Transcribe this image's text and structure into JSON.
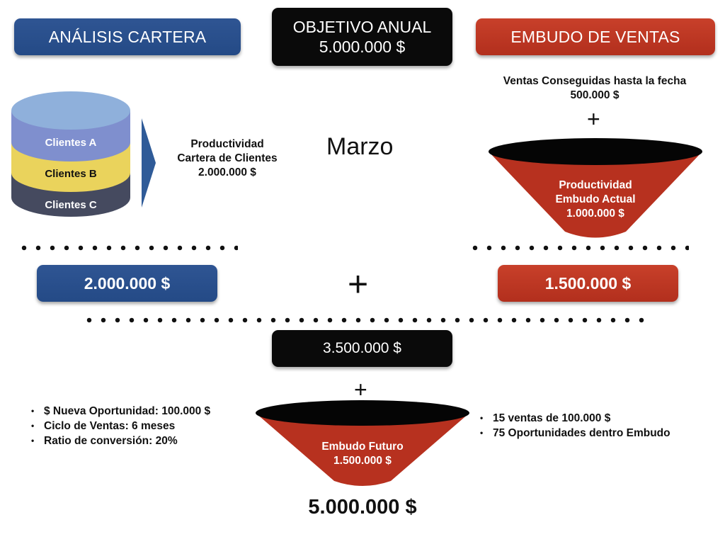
{
  "header": {
    "left": "ANÁLISIS CARTERA",
    "center_title": "OBJETIVO ANUAL",
    "center_value": "5.000.000 $",
    "right": "EMBUDO DE VENTAS"
  },
  "database": {
    "layer_a": "Clientes A",
    "layer_b": "Clientes B",
    "layer_c": "Clientes C",
    "colors": {
      "top": "#8fb0db",
      "a": "#7f8fce",
      "b": "#ead35c",
      "c": "#454a5f"
    }
  },
  "portfolio": {
    "line1": "Productividad",
    "line2": "Cartera de Clientes",
    "line3": "2.000.000 $"
  },
  "month": "Marzo",
  "sales_to_date": {
    "line1": "Ventas Conseguidas hasta la fecha",
    "line2": "500.000 $"
  },
  "plus": "+",
  "current_funnel": {
    "line1": "Productividad",
    "line2": "Embudo Actual",
    "line3": "1.000.000 $"
  },
  "totals": {
    "left": "2.000.000 $",
    "right": "1.500.000 $",
    "combined": "3.500.000 $"
  },
  "assumptions": [
    "$ Nueva Oportunidad: 100.000 $",
    "Ciclo de Ventas: 6 meses",
    "Ratio de conversión: 20%"
  ],
  "future_funnel": {
    "line1": "Embudo Futuro",
    "line2": "1.500.000 $"
  },
  "future_notes": [
    "15 ventas  de 100.000 $",
    "75 Oportunidades dentro Embudo"
  ],
  "final_total": "5.000.000 $",
  "colors": {
    "blue": "#2a5190",
    "red": "#bd3623",
    "black": "#0a0a0a"
  }
}
